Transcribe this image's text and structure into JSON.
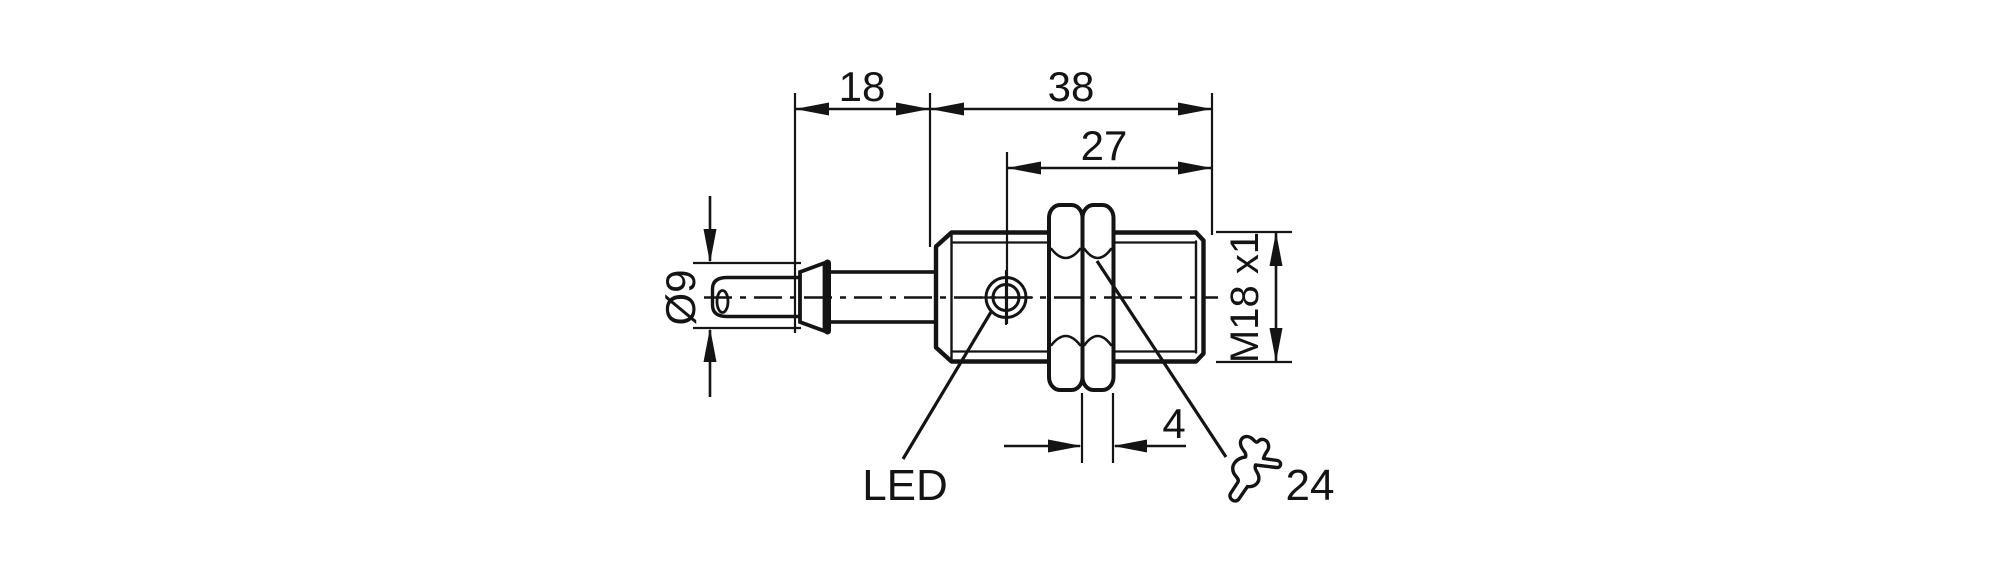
{
  "colors": {
    "ink": "#141414",
    "background": "#ffffff"
  },
  "dimension_labels": {
    "rear_section_length": "18",
    "housing_length": "38",
    "thread_length": "27",
    "cable_sleeve_diameter": "Ø9",
    "nut_thickness": "4",
    "thread_designation": "M18 x1",
    "wrench_size": "24"
  },
  "component_labels": {
    "led": "LED"
  },
  "icons": {
    "wrench": "open-end-wrench"
  }
}
